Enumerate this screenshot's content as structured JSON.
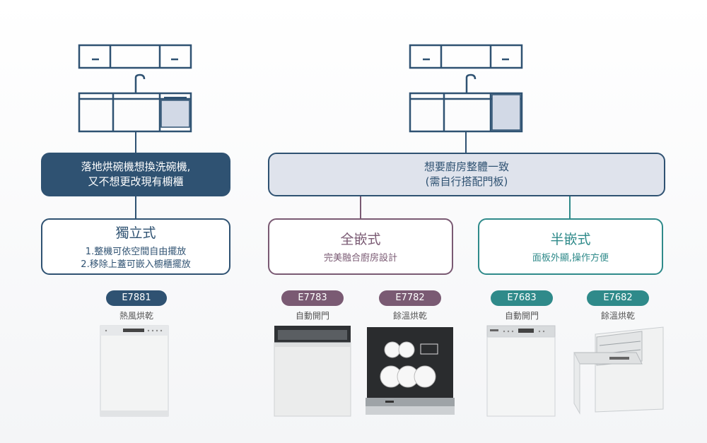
{
  "left_heading": {
    "line1": "落地烘碗機想換洗碗機,",
    "line2": "又不想更改現有櫥櫃"
  },
  "right_heading": {
    "line1": "想要廚房整體一致",
    "line2": "(需自行搭配門板)"
  },
  "options": [
    {
      "title": "獨立式",
      "desc1": "1.整機可依空間自由擺放",
      "desc2": "2.移除上蓋可嵌入櫥櫃擺放"
    },
    {
      "title": "全嵌式",
      "desc1": "完美融合廚房設計"
    },
    {
      "title": "半嵌式",
      "desc1": "面板外顯,操作方便"
    }
  ],
  "products": [
    {
      "model": "E7881",
      "feature": "熱風烘乾"
    },
    {
      "model": "E7783",
      "feature": "自動開門"
    },
    {
      "model": "E7782",
      "feature": "餘溫烘乾"
    },
    {
      "model": "E7683",
      "feature": "自動開門"
    },
    {
      "model": "E7682",
      "feature": "餘溫烘乾"
    }
  ],
  "colors": {
    "navy": "#2f5272",
    "purple": "#7a5a73",
    "teal": "#2f8a8a",
    "light": "#dfe3ec"
  }
}
